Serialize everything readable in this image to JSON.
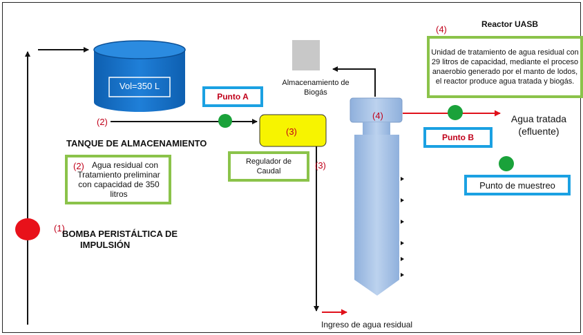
{
  "tank": {
    "volume_label": "Vol=350 L",
    "title": "TANQUE DE ALMACENAMIENTO",
    "desc_num": "(2)",
    "desc_text": "Agua residual con Tratamiento preliminar con capacidad de 350 litros"
  },
  "pump": {
    "num": "(1)",
    "label_line1": "BOMBA PERISTÁLTICA DE",
    "label_line2": "IMPULSIÓN"
  },
  "flow": {
    "pipe_num": "(2)",
    "inlet_label": "Ingreso de agua residual"
  },
  "regulator": {
    "num": "(3)",
    "outlet_num": "(3)",
    "label": "Regulador de Caudal"
  },
  "biogas": {
    "label": "Almacenamiento de Biogás"
  },
  "reactor": {
    "num_header": "(4)",
    "title": "Reactor UASB",
    "num": "(4)",
    "desc": "Unidad de tratamiento de agua residual con 29 litros de capacidad, mediante el proceso anaerobio generado por el manto de lodos, el reactor produce agua tratada y biogás."
  },
  "sample_points": {
    "point_a": "Punto A",
    "point_b": "Punto B",
    "legend": "Punto de muestreo"
  },
  "effluent": {
    "line1": "Agua tratada",
    "line2": "(efluente)"
  },
  "colors": {
    "tank_blue": "#1a6fc4",
    "pump_red": "#e8111a",
    "sample_green": "#1aa23a",
    "regulator_yellow": "#f7f400",
    "reactor_blue": "#a9c4e6",
    "box_green": "#8bc34a",
    "box_blue": "#1ba1e2",
    "accent_red": "#c0001a"
  }
}
